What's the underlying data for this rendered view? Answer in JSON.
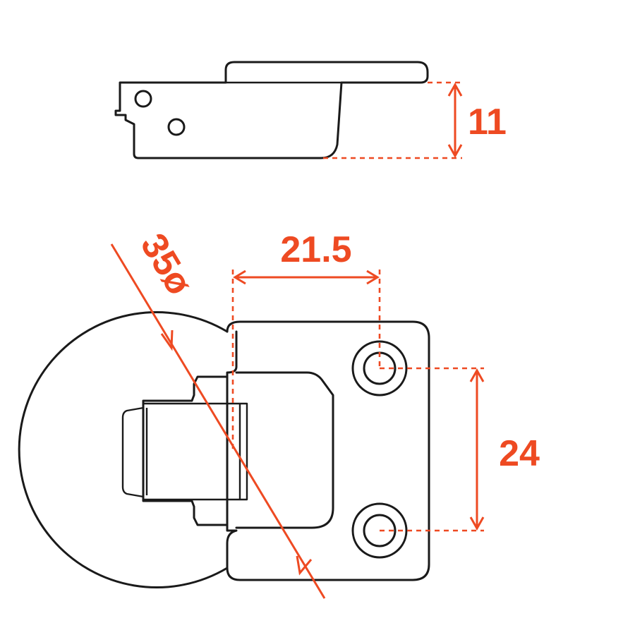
{
  "colors": {
    "line": "#1a1a1a",
    "dimension": "#ee4a22",
    "background": "#ffffff"
  },
  "dimensions": {
    "height": "11",
    "hole_spacing_horizontal": "21.5",
    "hole_spacing_vertical": "24",
    "cup_diameter": "35ø"
  }
}
